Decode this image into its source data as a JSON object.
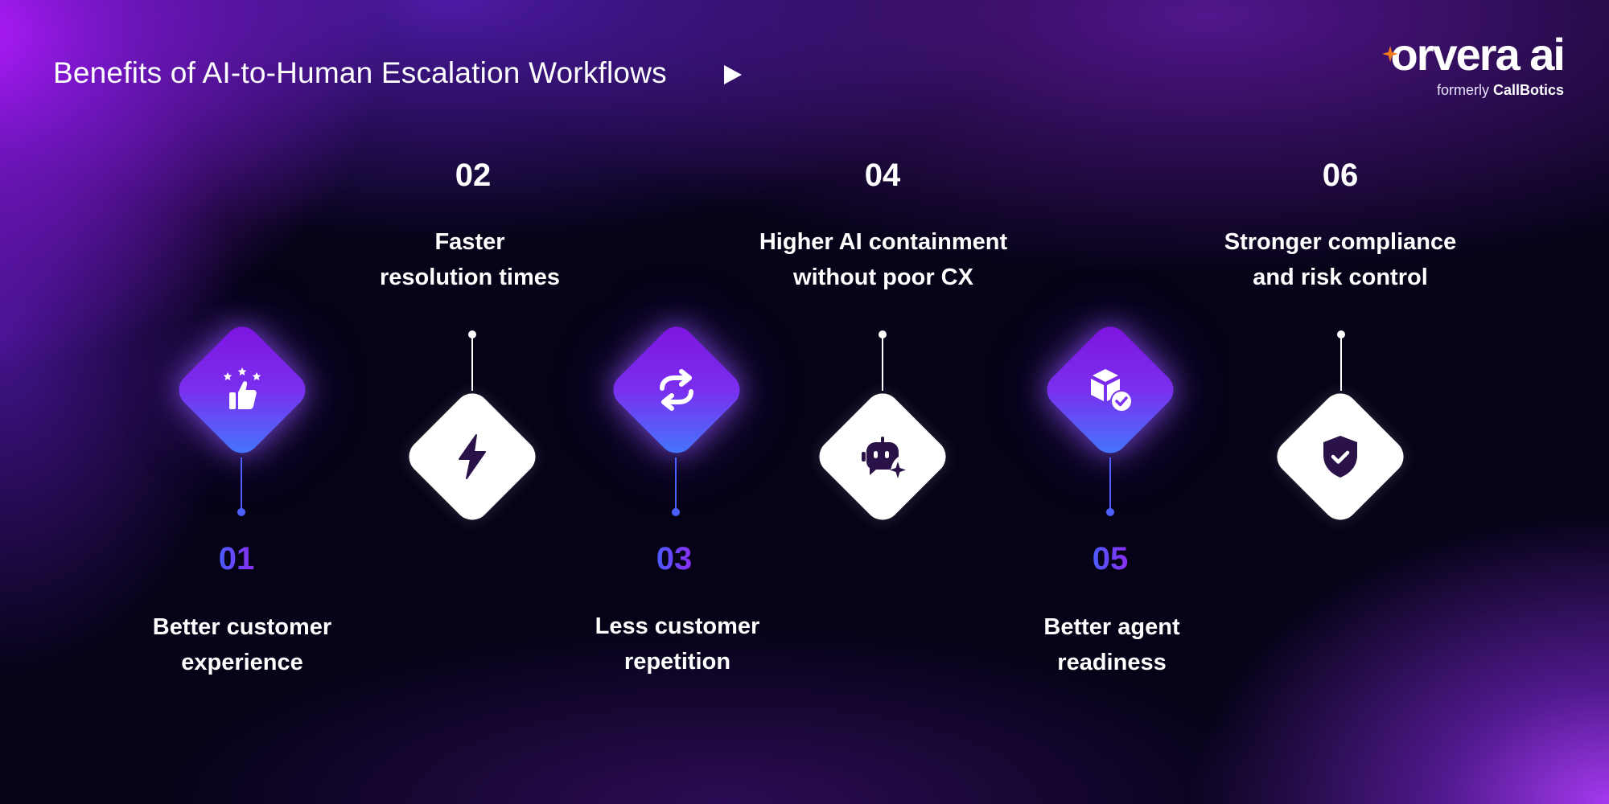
{
  "header": {
    "title": "Benefits of AI-to-Human Escalation Workflows",
    "play_icon": "play-triangle-icon"
  },
  "logo": {
    "word": "orvera ai",
    "sub_prefix": "formerly ",
    "sub_brand": "CallBotics",
    "accent_color": "#f07a1a"
  },
  "colors": {
    "accent_purple": "#7e12e0",
    "accent_blue": "#3f7dff",
    "icon_dark": "#2a1248"
  },
  "benefits": [
    {
      "number": "01",
      "line1": "Better customer",
      "line2": "experience",
      "icon": "thumbs-up-stars-icon",
      "style": "purple"
    },
    {
      "number": "02",
      "line1": "Faster",
      "line2": "resolution times",
      "icon": "lightning-bolt-icon",
      "style": "white"
    },
    {
      "number": "03",
      "line1": "Less customer",
      "line2": "repetition",
      "icon": "refresh-arrows-icon",
      "style": "purple"
    },
    {
      "number": "04",
      "line1": "Higher AI containment",
      "line2": "without poor CX",
      "icon": "robot-sparkle-icon",
      "style": "white"
    },
    {
      "number": "05",
      "line1": "Better agent",
      "line2": "readiness",
      "icon": "boxes-check-icon",
      "style": "purple"
    },
    {
      "number": "06",
      "line1": "Stronger compliance",
      "line2": "and risk control",
      "icon": "shield-check-icon",
      "style": "white"
    }
  ]
}
